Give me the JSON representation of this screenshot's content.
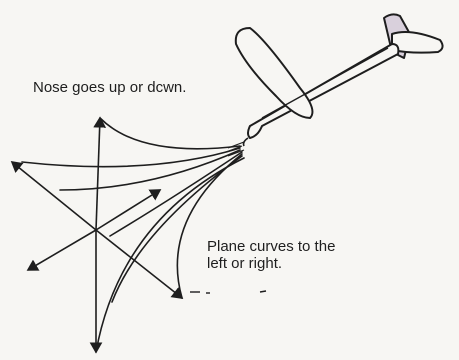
{
  "captions": {
    "nose": "Nose goes up or dcwn.",
    "curve_line1": "Plane curves to the",
    "curve_line2": "left or right."
  },
  "colors": {
    "ink": "#1e1e1e",
    "background": "#f7f6f3",
    "tail_fill": "#d9d0dc"
  },
  "icons": {
    "airplane": "airplane-icon",
    "arrow": "arrowhead-icon"
  }
}
